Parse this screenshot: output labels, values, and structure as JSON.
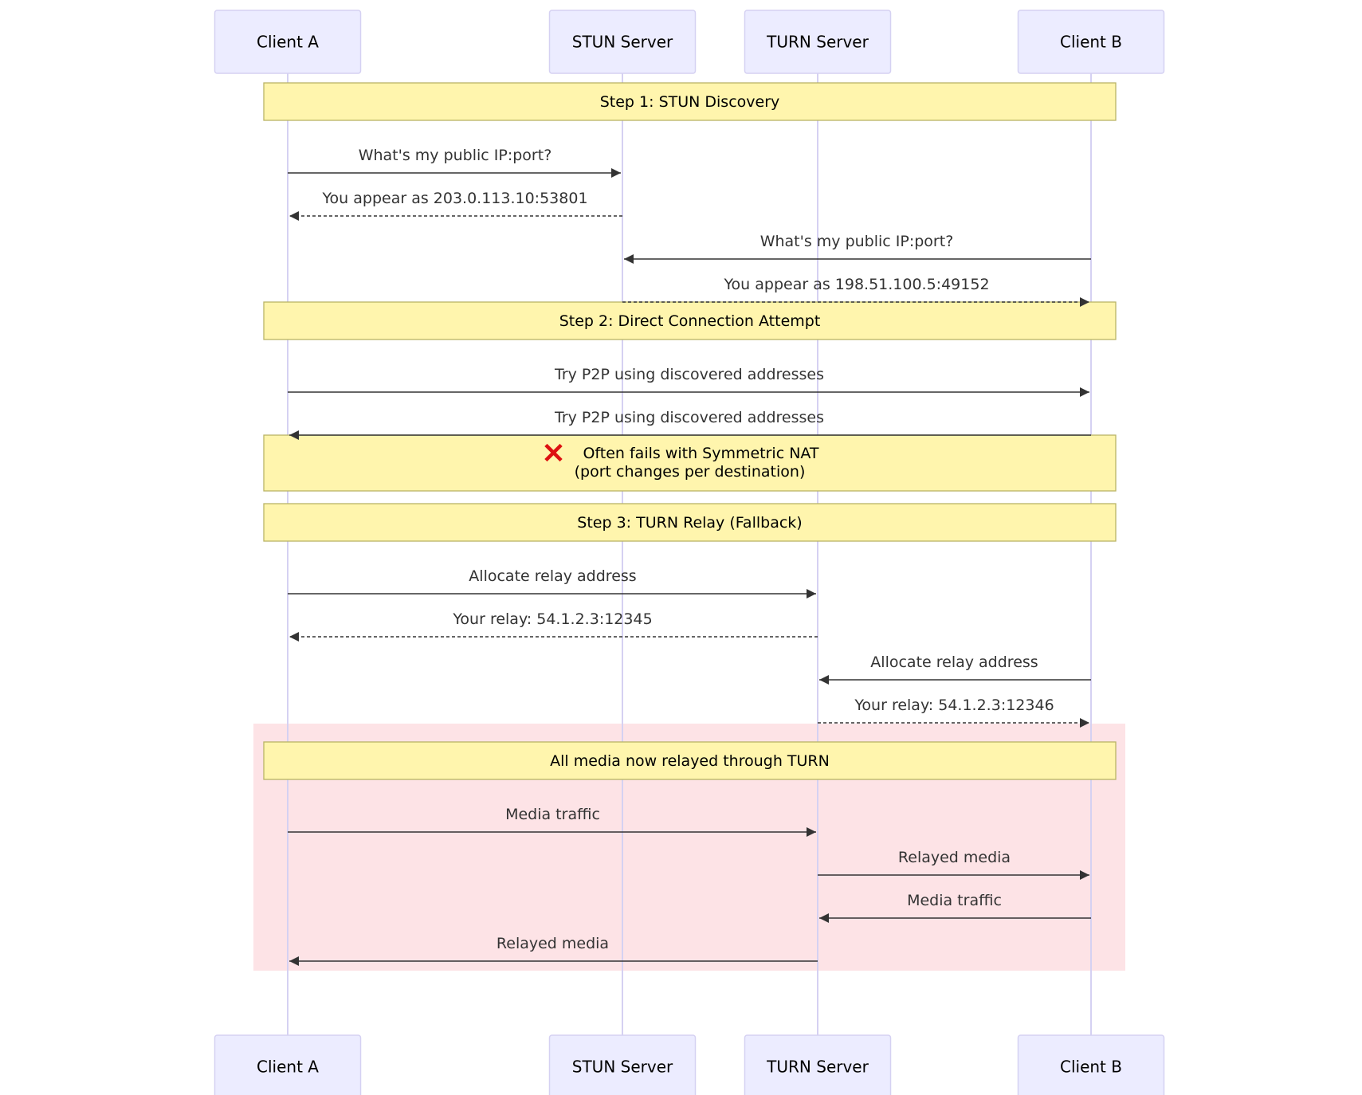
{
  "participants": [
    {
      "id": "A",
      "label": "Client A"
    },
    {
      "id": "S",
      "label": "STUN Server"
    },
    {
      "id": "T",
      "label": "TURN Server"
    },
    {
      "id": "B",
      "label": "Client B"
    }
  ],
  "sequence": [
    {
      "kind": "note",
      "lines": [
        "Step 1: STUN Discovery"
      ]
    },
    {
      "kind": "message",
      "from": "A",
      "to": "S",
      "style": "solid",
      "text": "What's my public IP:port?"
    },
    {
      "kind": "message",
      "from": "S",
      "to": "A",
      "style": "dashed",
      "text": "You appear as 203.0.113.10:53801"
    },
    {
      "kind": "message",
      "from": "B",
      "to": "S",
      "style": "solid",
      "text": "What's my public IP:port?"
    },
    {
      "kind": "message",
      "from": "S",
      "to": "B",
      "style": "dashed",
      "text": "You appear as 198.51.100.5:49152"
    },
    {
      "kind": "note",
      "lines": [
        "Step 2: Direct Connection Attempt"
      ]
    },
    {
      "kind": "message",
      "from": "A",
      "to": "B",
      "style": "solid",
      "text": "Try P2P using discovered addresses"
    },
    {
      "kind": "message",
      "from": "B",
      "to": "A",
      "style": "solid",
      "text": "Try P2P using discovered addresses"
    },
    {
      "kind": "note",
      "icon": "cross-mark-icon",
      "lines": [
        "Often fails with Symmetric NAT",
        "(port changes per destination)"
      ]
    },
    {
      "kind": "note",
      "lines": [
        "Step 3: TURN Relay (Fallback)"
      ]
    },
    {
      "kind": "message",
      "from": "A",
      "to": "T",
      "style": "solid",
      "text": "Allocate relay address"
    },
    {
      "kind": "message",
      "from": "T",
      "to": "A",
      "style": "dashed",
      "text": "Your relay: 54.1.2.3:12345"
    },
    {
      "kind": "message",
      "from": "B",
      "to": "T",
      "style": "solid",
      "text": "Allocate relay address"
    },
    {
      "kind": "message",
      "from": "T",
      "to": "B",
      "style": "dashed",
      "text": "Your relay: 54.1.2.3:12346"
    },
    {
      "kind": "note",
      "highlight": true,
      "lines": [
        "All media now relayed through TURN"
      ]
    },
    {
      "kind": "message",
      "from": "A",
      "to": "T",
      "style": "solid",
      "highlight": true,
      "text": "Media traffic"
    },
    {
      "kind": "message",
      "from": "T",
      "to": "B",
      "style": "solid",
      "highlight": true,
      "text": "Relayed media"
    },
    {
      "kind": "message",
      "from": "B",
      "to": "T",
      "style": "solid",
      "highlight": true,
      "text": "Media traffic"
    },
    {
      "kind": "message",
      "from": "T",
      "to": "A",
      "style": "solid",
      "highlight": true,
      "text": "Relayed media"
    }
  ],
  "colors": {
    "participant_fill": "#ececff",
    "participant_border": "#d5d1f2",
    "note_fill": "#fff5ad",
    "note_border": "#b9b466",
    "highlight_fill": "#fde3e6",
    "message_line": "#333333",
    "fail_icon": "#dd1111"
  }
}
